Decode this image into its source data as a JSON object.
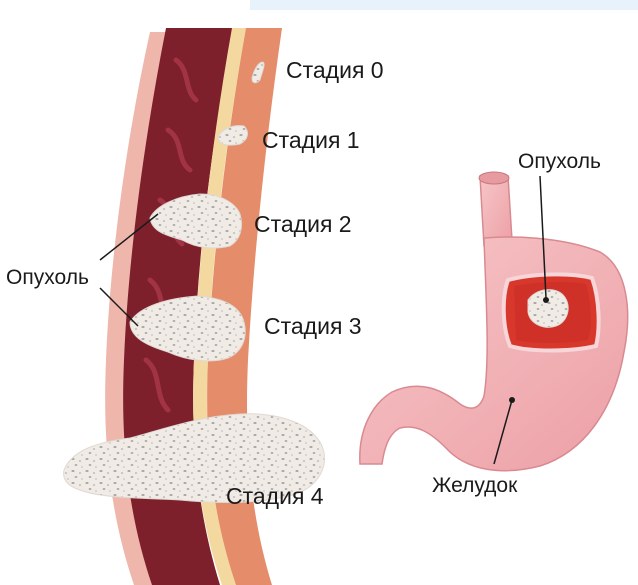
{
  "labels": {
    "stage0": "Стадия 0",
    "stage1": "Стадия 1",
    "stage2": "Стадия 2",
    "stage3": "Стадия 3",
    "stage4": "Стадия 4",
    "tumor_left": "Опухоль",
    "tumor_right": "Опухоль",
    "stomach": "Желудок"
  },
  "colors": {
    "muscle": "#7e1f2c",
    "muscle_fold": "#a03344",
    "submucosa": "#f3d9a0",
    "mucosa": "#e58d6a",
    "serosa": "#f2b8ae",
    "tumor_fill": "#f1ebe6",
    "tumor_dots": "#a7a6a8",
    "stomach": "#f3b0b3",
    "stomach_inner": "#d8372c"
  }
}
